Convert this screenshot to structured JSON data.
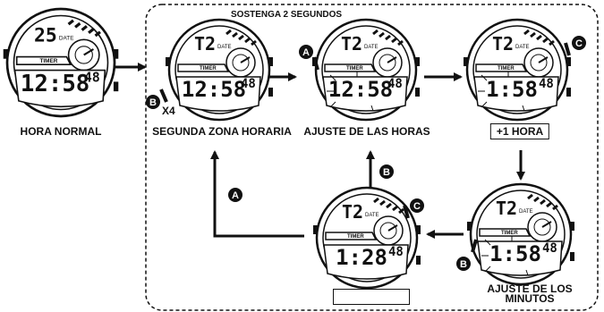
{
  "header": {
    "hold_label": "SOSTENGA 2 SEGUNDOS"
  },
  "states": [
    {
      "id": "normal",
      "label": "HORA NORMAL",
      "top": "25",
      "top_suffix": "DATE",
      "time": "12:58",
      "seconds": "48"
    },
    {
      "id": "zone2",
      "label": "SEGUNDA ZONA HORARIA",
      "top": "T2",
      "top_suffix": "DATE",
      "time": "12:58",
      "seconds": "48",
      "side_button": "B",
      "repeat": "X4"
    },
    {
      "id": "hours",
      "label": "AJUSTE DE LAS HORAS",
      "top": "T2",
      "top_suffix": "DATE",
      "time": "12:58",
      "seconds": "48",
      "side_button": "A"
    },
    {
      "id": "plus1",
      "label": "+1 HORA",
      "top": "T2",
      "top_suffix": "DATE",
      "time": "1:58",
      "seconds": "48",
      "side_button": "C"
    },
    {
      "id": "minutes",
      "label": "AJUSTE DE LOS MINUTOS",
      "top": "T2",
      "top_suffix": "DATE",
      "time": "1:58",
      "seconds": "48",
      "side_button": "B"
    },
    {
      "id": "minutes_set",
      "label": "",
      "top": "T2",
      "top_suffix": "DATE",
      "time": "1:28",
      "seconds": "48",
      "side_button": "C"
    }
  ],
  "flow_buttons": {
    "up_from_bottom": "B",
    "left_return": "A"
  },
  "watch_text": {
    "timer": "TIMER",
    "date": "DATE"
  }
}
